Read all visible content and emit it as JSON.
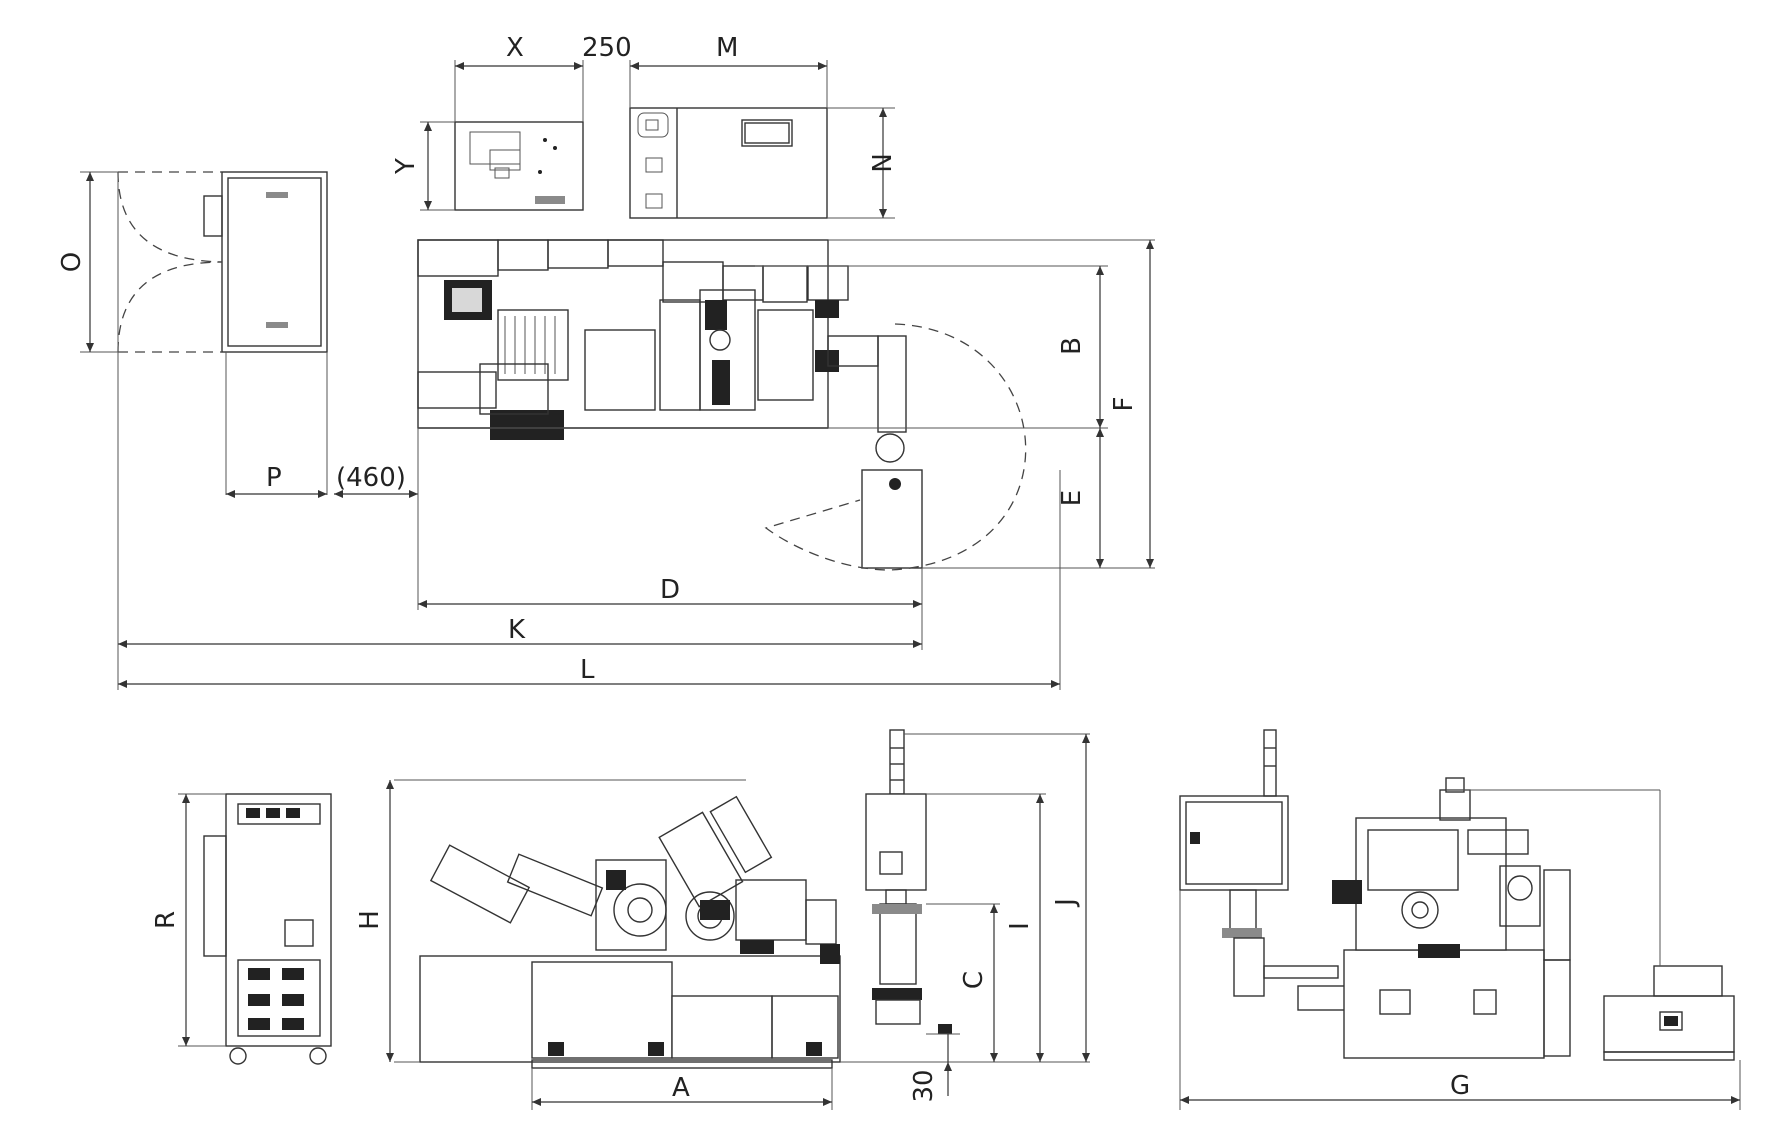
{
  "dimension_labels": {
    "X": "X",
    "spacing_250": "250",
    "M": "M",
    "Y": "Y",
    "N": "N",
    "O": "O",
    "B": "B",
    "F": "F",
    "E": "E",
    "P": "P",
    "clearance_460": "(460)",
    "D": "D",
    "K": "K",
    "L": "L",
    "R": "R",
    "H": "H",
    "I": "I",
    "J": "J",
    "C": "C",
    "A": "A",
    "base_30": "30",
    "G": "G"
  },
  "colors": {
    "line": "#333333",
    "dark_fill": "#222222",
    "background": "#ffffff"
  }
}
